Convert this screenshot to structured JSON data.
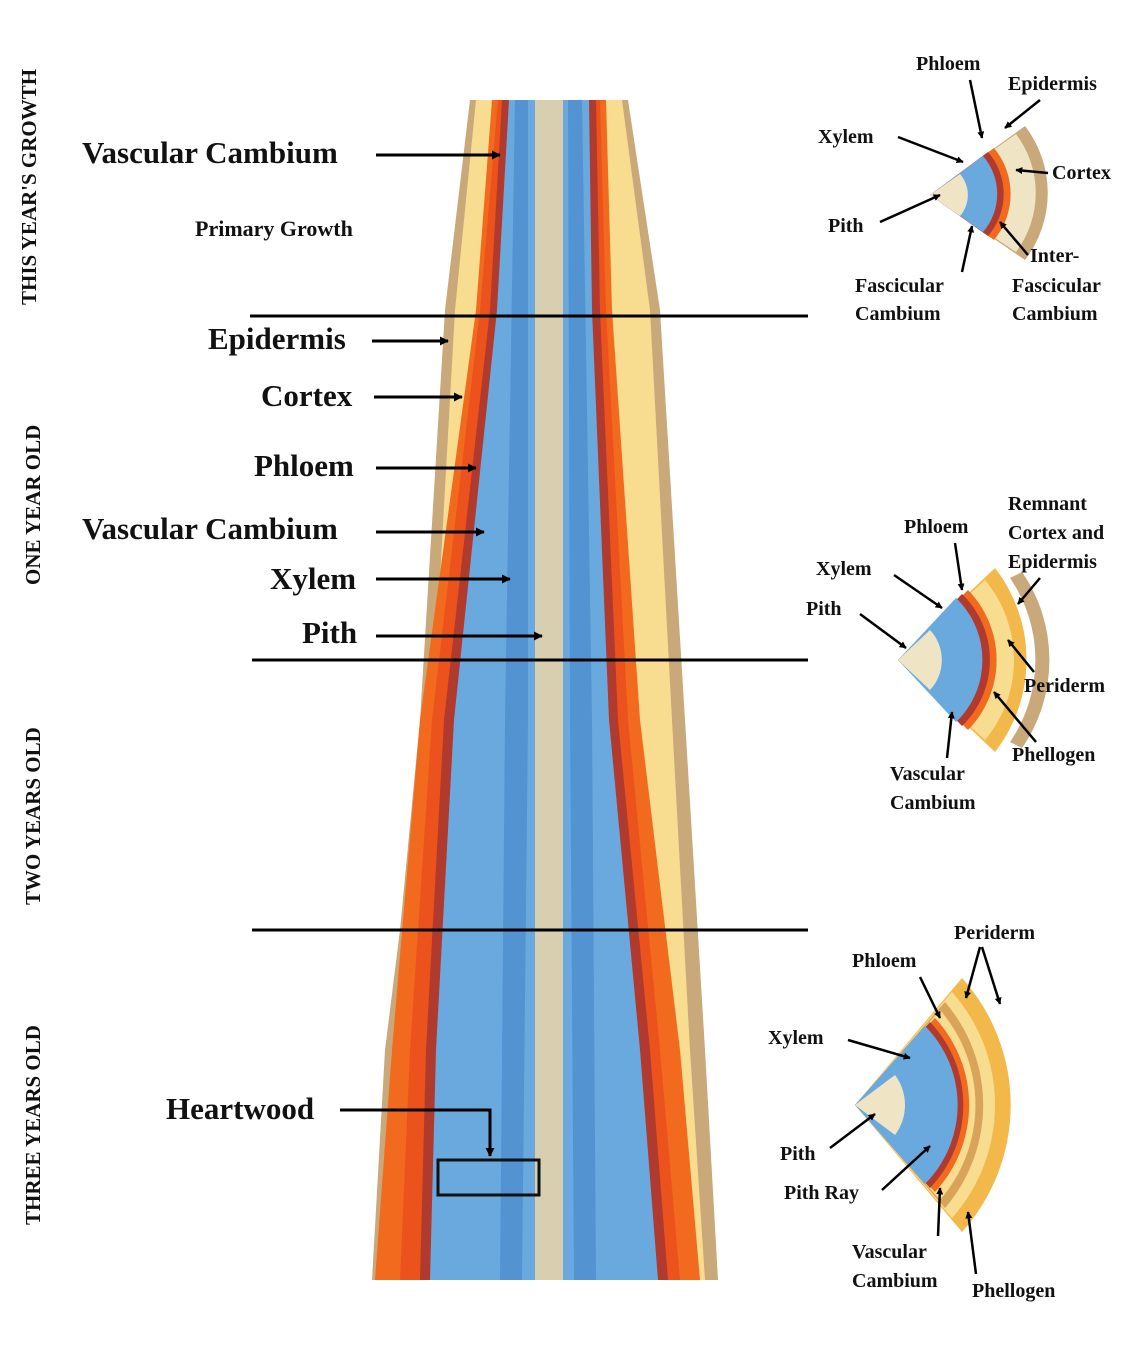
{
  "side_labels": {
    "this_year": "THIS YEAR'S GROWTH",
    "one_year": "ONE YEAR OLD",
    "two_years": "TWO YEARS OLD",
    "three_years": "THREE YEARS OLD"
  },
  "main_labels": {
    "vascular_cambium_top": "Vascular Cambium",
    "primary_growth": "Primary Growth",
    "epidermis": "Epidermis",
    "cortex": "Cortex",
    "phloem": "Phloem",
    "vascular_cambium": "Vascular Cambium",
    "xylem": "Xylem",
    "pith": "Pith",
    "heartwood": "Heartwood"
  },
  "section_primary": {
    "phloem": "Phloem",
    "epidermis": "Epidermis",
    "xylem": "Xylem",
    "cortex": "Cortex",
    "pith": "Pith",
    "inter_line1": "Inter-",
    "inter_line2": "Fascicular",
    "inter_line3": "Cambium",
    "fasc_line1": "Fascicular",
    "fasc_line2": "Cambium"
  },
  "section_one_year": {
    "remnant_line1": "Remnant",
    "remnant_line2": "Cortex and",
    "remnant_line3": "Epidermis",
    "phloem": "Phloem",
    "xylem": "Xylem",
    "pith": "Pith",
    "periderm": "Periderm",
    "phellogen": "Phellogen",
    "vc_line1": "Vascular",
    "vc_line2": "Cambium"
  },
  "section_three_years": {
    "periderm": "Periderm",
    "phloem": "Phloem",
    "xylem": "Xylem",
    "pith": "Pith",
    "pith_ray": "Pith Ray",
    "vc_line1": "Vascular",
    "vc_line2": "Cambium",
    "phellogen": "Phellogen"
  },
  "colors": {
    "bark": "#c9a87a",
    "cortex": "#f8dc90",
    "phloem_orange": "#f26a1e",
    "phloem_red": "#e8401c",
    "cambium": "#b03a2e",
    "xylem": "#6aa9de",
    "xylem_dark": "#3f82c8",
    "pith": "#d8cfb0",
    "cell_cream": "#efe4c4"
  }
}
